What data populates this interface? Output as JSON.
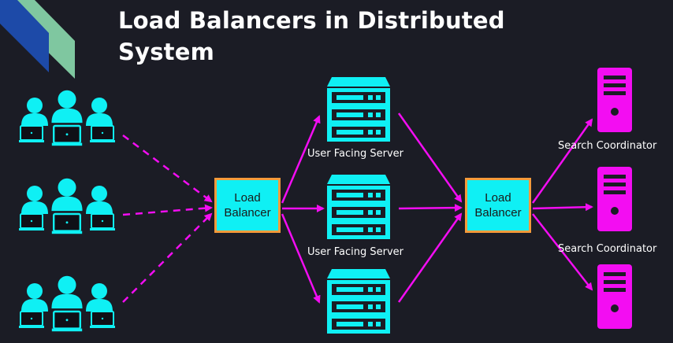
{
  "slide": {
    "title_line1": "Load Balancers in Distributed",
    "title_line2": "System"
  },
  "load_balancers": [
    {
      "line1": "Load",
      "line2": "Balancer"
    },
    {
      "line1": "Load",
      "line2": "Balancer"
    }
  ],
  "user_facing_servers": [
    {
      "label": "User Facing Server"
    },
    {
      "label": "User Facing Server"
    },
    {
      "label": ""
    }
  ],
  "search_coordinators": [
    {
      "label": "Search Coordinator"
    },
    {
      "label": "Search Coordinator"
    },
    {
      "label": ""
    }
  ],
  "colors": {
    "background": "#1b1c25",
    "cyan": "#0ff0f4",
    "magenta": "#f30df2",
    "orange_border": "#f59a3a",
    "white": "#ffffff"
  }
}
